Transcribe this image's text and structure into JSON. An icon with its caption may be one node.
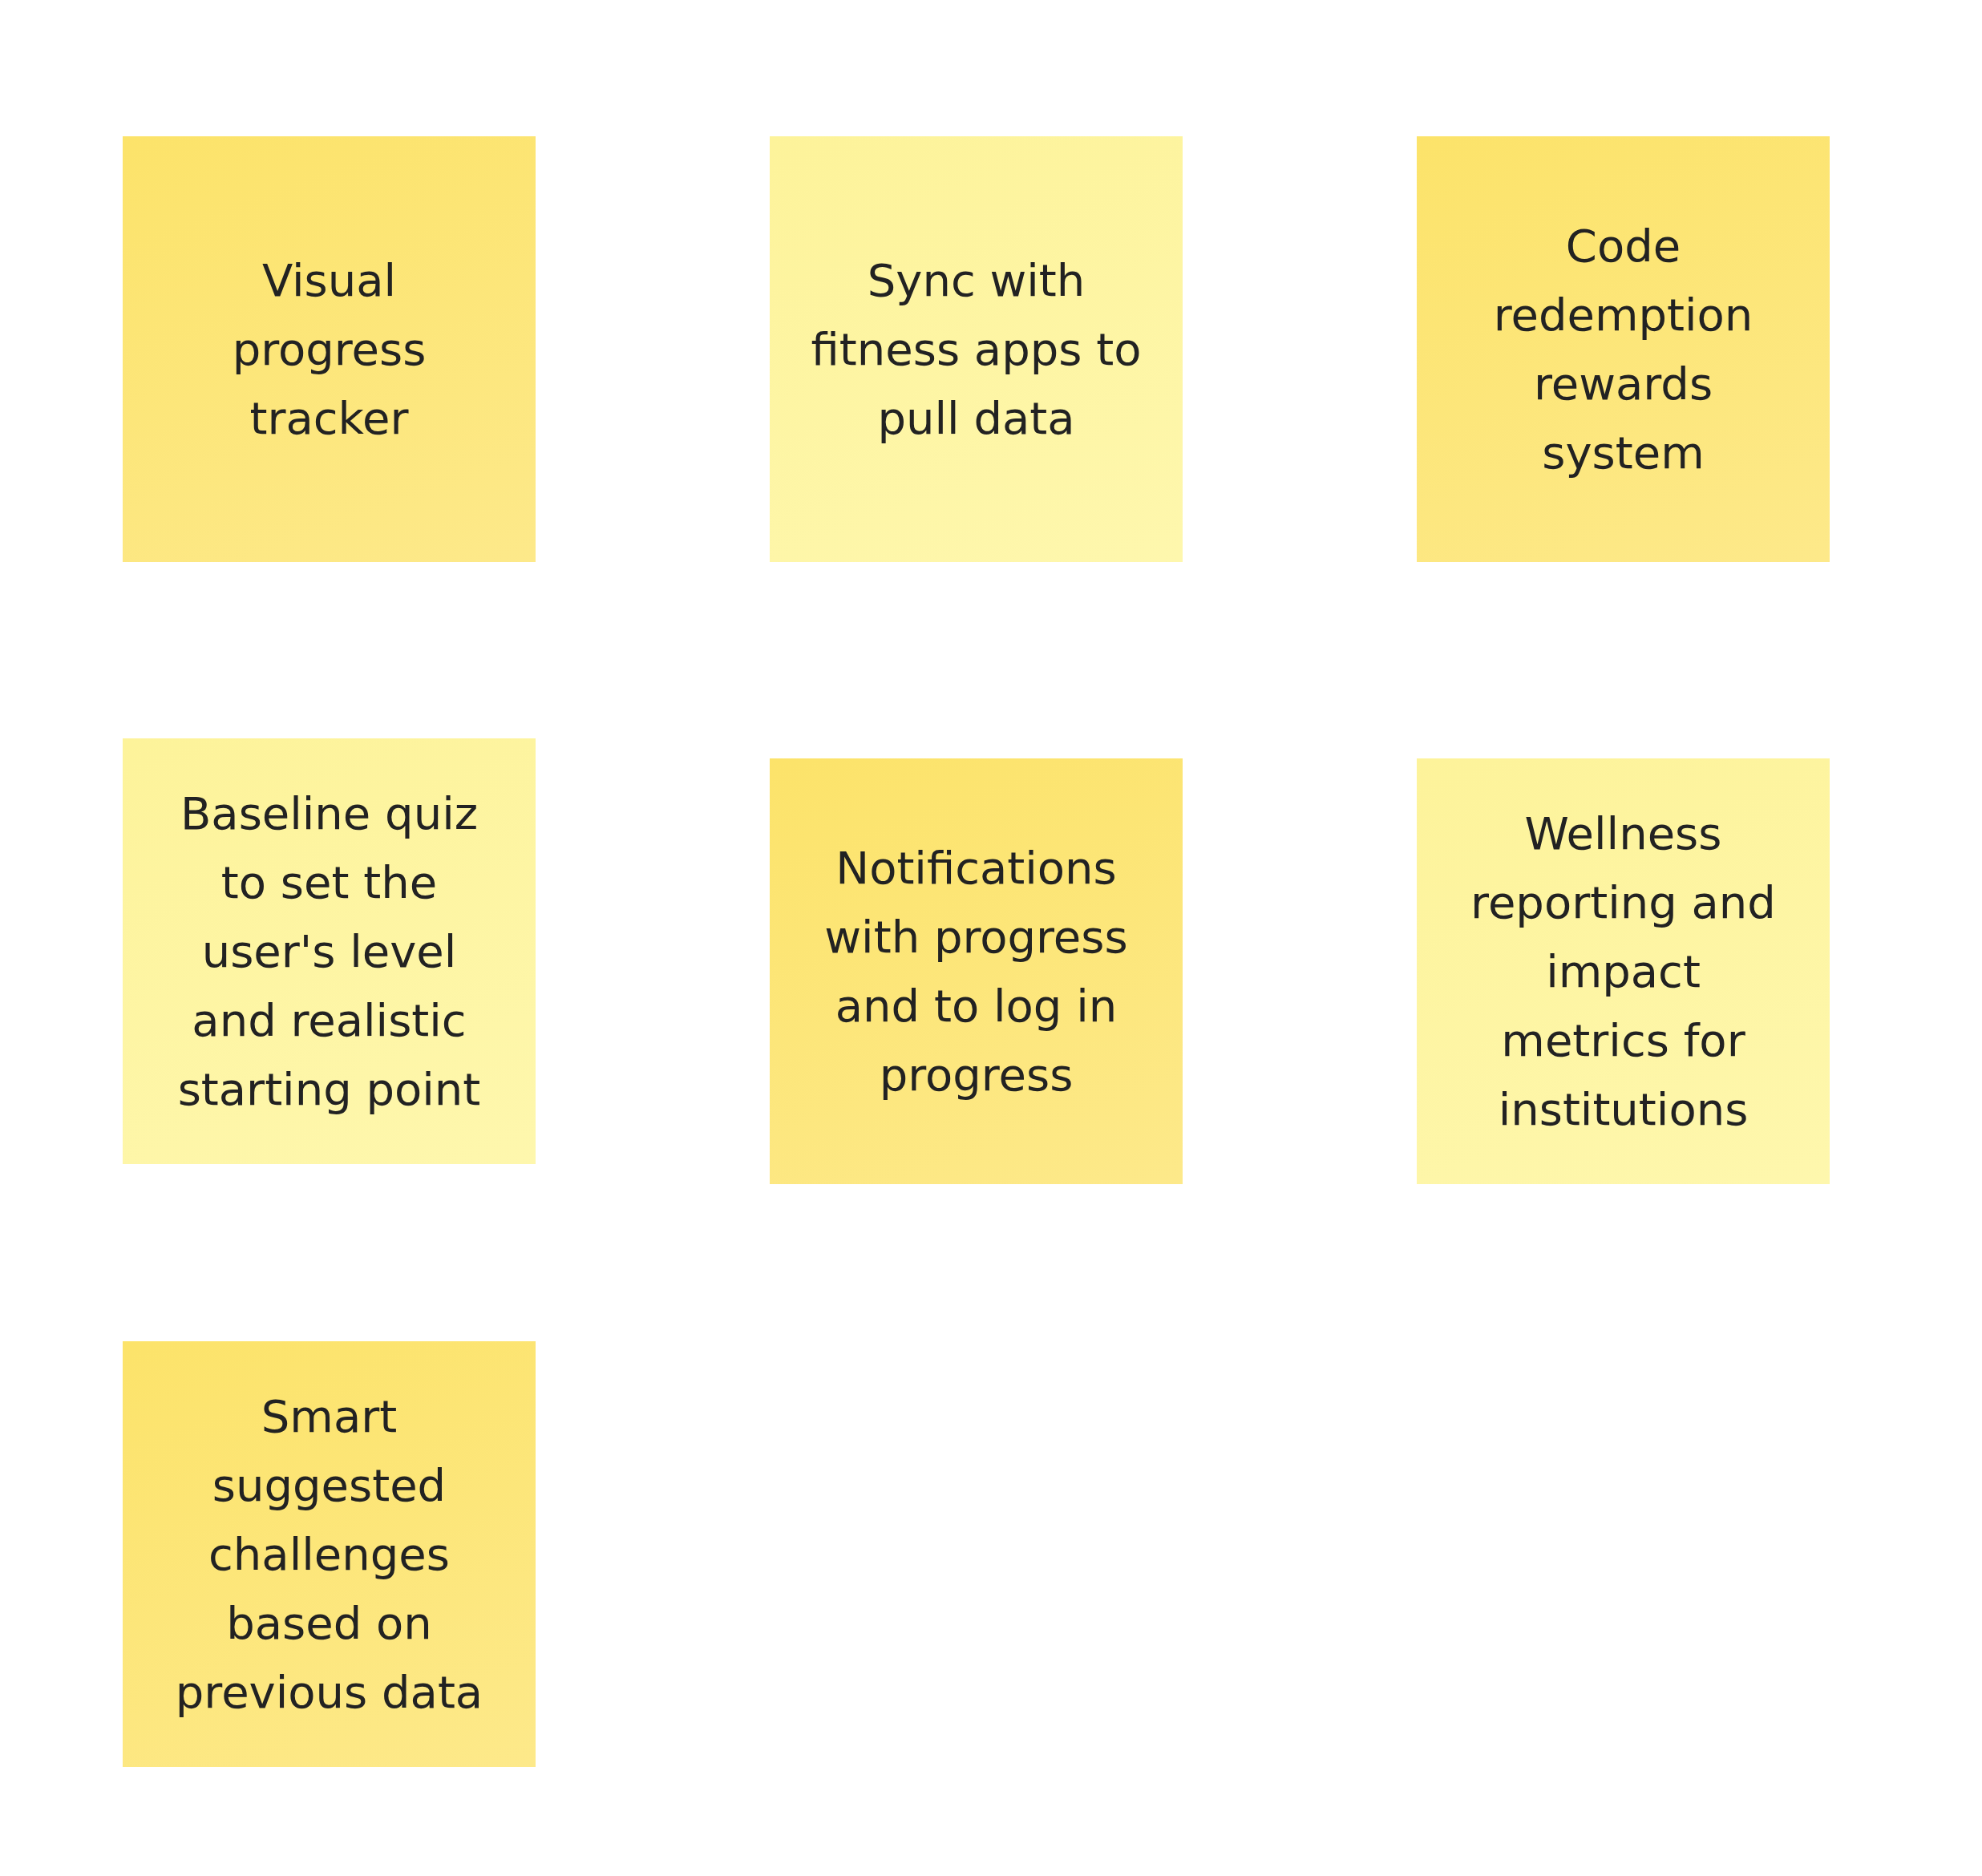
{
  "diagram": {
    "nodes": [
      {
        "text": [
          "Visual progress tracker"
        ]
      },
      {
        "text": [
          "Sync with fitness apps to pull data"
        ]
      },
      {
        "text": [
          "Code redemption rewards system"
        ]
      },
      {
        "text": [
          "Baseline quiz to set the user's level and realistic starting point"
        ]
      },
      {
        "text": [
          "Notifications with progress and to log in progress"
        ]
      },
      {
        "text": [
          "Wellness reporting and impact metrics for institutions"
        ]
      },
      {
        "text": [
          "Smart suggested challenges based on previous data"
        ]
      }
    ]
  }
}
